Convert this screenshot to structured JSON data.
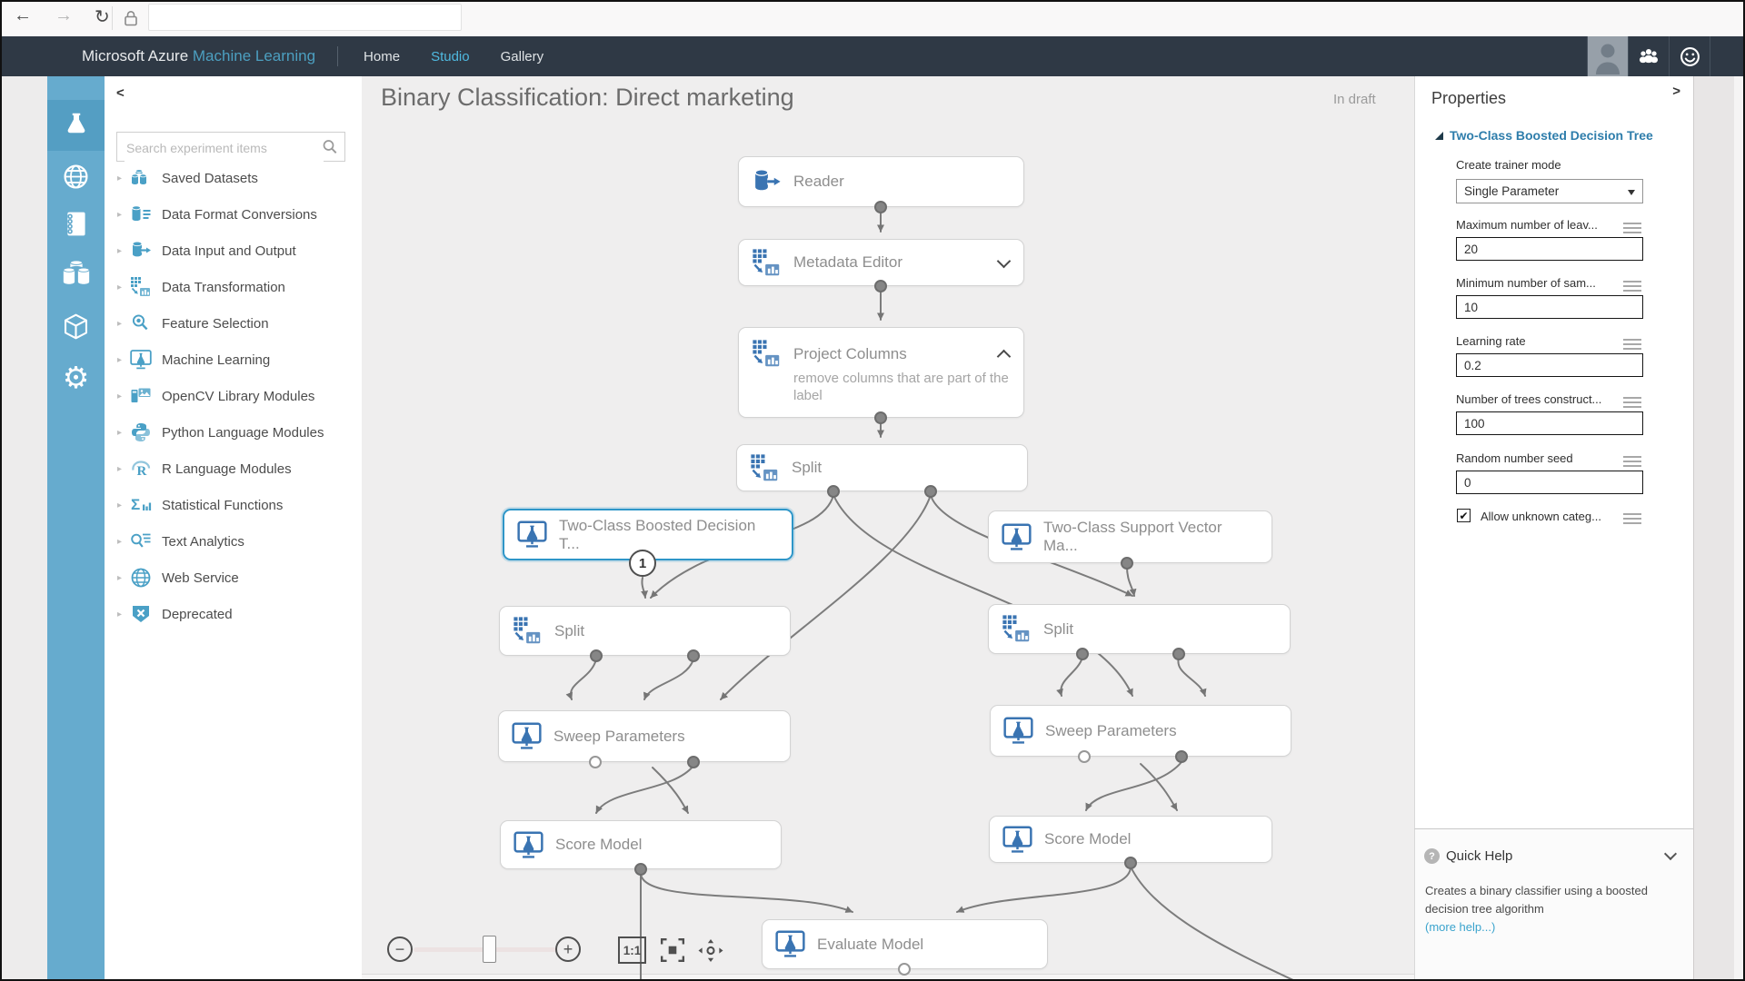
{
  "browser": {
    "address_value": ""
  },
  "header": {
    "brand_primary": "Microsoft Azure",
    "brand_secondary": "Machine Learning",
    "nav": [
      {
        "label": "Home",
        "active": false
      },
      {
        "label": "Studio",
        "active": true
      },
      {
        "label": "Gallery",
        "active": false
      }
    ]
  },
  "icons": {
    "collapse_left": "<",
    "collapse_right": ">",
    "back": "←",
    "forward": "→",
    "refresh": "↻",
    "expander": "▸"
  },
  "sidebar": {
    "search_placeholder": "Search experiment items",
    "categories": [
      {
        "label": "Saved Datasets",
        "icon": "saved-datasets-icon"
      },
      {
        "label": "Data Format Conversions",
        "icon": "data-format-conversions-icon"
      },
      {
        "label": "Data Input and Output",
        "icon": "data-input-output-icon"
      },
      {
        "label": "Data Transformation",
        "icon": "data-transformation-icon"
      },
      {
        "label": "Feature Selection",
        "icon": "feature-selection-icon"
      },
      {
        "label": "Machine Learning",
        "icon": "machine-learning-icon"
      },
      {
        "label": "OpenCV Library Modules",
        "icon": "opencv-icon"
      },
      {
        "label": "Python Language Modules",
        "icon": "python-icon"
      },
      {
        "label": "R Language Modules",
        "icon": "r-language-icon"
      },
      {
        "label": "Statistical Functions",
        "icon": "statistical-functions-icon"
      },
      {
        "label": "Text Analytics",
        "icon": "text-analytics-icon"
      },
      {
        "label": "Web Service",
        "icon": "web-service-icon"
      },
      {
        "label": "Deprecated",
        "icon": "deprecated-icon"
      }
    ]
  },
  "canvas": {
    "title": "Binary Classification: Direct marketing",
    "status": "In draft",
    "modules": [
      {
        "label": "Reader"
      },
      {
        "label": "Metadata Editor"
      },
      {
        "label": "Project Columns",
        "comment": "remove columns that are part of the label"
      },
      {
        "label": "Split"
      },
      {
        "label": "Two-Class Boosted Decision T...",
        "badge": "1",
        "selected": true
      },
      {
        "label": "Two-Class Support Vector Ma..."
      },
      {
        "label": "Split"
      },
      {
        "label": "Split"
      },
      {
        "label": "Sweep Parameters"
      },
      {
        "label": "Sweep Parameters"
      },
      {
        "label": "Score Model"
      },
      {
        "label": "Score Model"
      },
      {
        "label": "Evaluate Model"
      }
    ],
    "toolbar": {
      "zoom_out": "−",
      "zoom_in": "+",
      "actual_size": "1:1"
    }
  },
  "properties": {
    "title": "Properties",
    "module_title": "Two-Class Boosted Decision Tree",
    "trainer_mode_label": "Create trainer mode",
    "trainer_mode_value": "Single Parameter",
    "fields": [
      {
        "label": "Maximum number of leav...",
        "value": "20"
      },
      {
        "label": "Minimum number of sam...",
        "value": "10"
      },
      {
        "label": "Learning rate",
        "value": "0.2"
      },
      {
        "label": "Number of trees construct...",
        "value": "100"
      },
      {
        "label": "Random number seed",
        "value": "0"
      }
    ],
    "checkbox_label": "Allow unknown categ...",
    "checkbox_checked": true,
    "check_glyph": "✔"
  },
  "quick_help": {
    "title": "Quick Help",
    "help_glyph": "?",
    "text": "Creates a binary classifier using a boosted decision tree algorithm",
    "link": "(more help...)"
  }
}
